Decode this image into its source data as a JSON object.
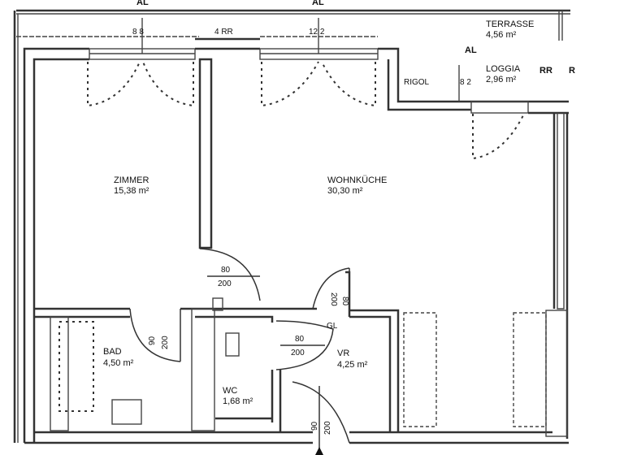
{
  "rooms": [
    {
      "name": "ZIMMER",
      "area": "15,38 m²"
    },
    {
      "name": "WOHNKÜCHE",
      "area": "30,30 m²"
    },
    {
      "name": "BAD",
      "area": "4,50 m²"
    },
    {
      "name": "WC",
      "area": "1,68 m²"
    },
    {
      "name": "VR",
      "area": "4,25 m²"
    },
    {
      "name": "TERRASSE",
      "area": "4,56 m²"
    },
    {
      "name": "LOGGIA",
      "area": "2,96 m²"
    }
  ],
  "doors": [
    {
      "width": "80",
      "height": "200"
    },
    {
      "width": "90",
      "height": "200"
    },
    {
      "width": "80",
      "height": "200"
    },
    {
      "width": "80",
      "height": "200"
    },
    {
      "width": "90",
      "height": "200"
    }
  ],
  "annotations": {
    "al_1": "AL",
    "al_2": "AL",
    "al_3": "AL",
    "window_1": "8 8",
    "rr_top": "4 RR",
    "window_2": "12 2",
    "rigol": "RIGOL",
    "sill": "8 2",
    "rr_right": "RR",
    "r_right": "R",
    "gl": "GL"
  }
}
